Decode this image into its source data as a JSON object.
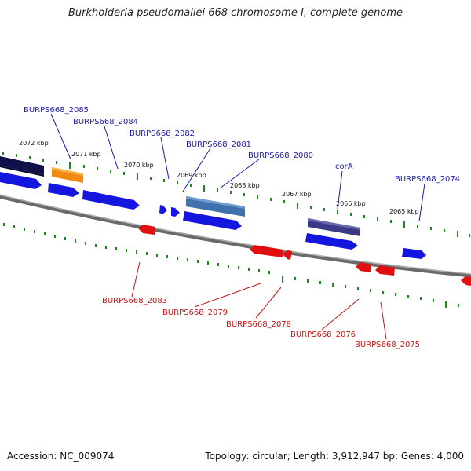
{
  "title": "Burkholderia pseudomallei 668 chromosome I, complete genome",
  "footer": {
    "accession": "Accession: NC_009074",
    "summary": "Topology: circular; Length: 3,912,947 bp; Genes: 4,000"
  },
  "ticks": [
    "2072 kbp",
    "2071 kbp",
    "2070 kbp",
    "2069 kbp",
    "2068 kbp",
    "2067 kbp",
    "2066 kbp",
    "2065 kbp"
  ],
  "forward_labels": [
    "BURPS668_2085",
    "BURPS668_2084",
    "BURPS668_2082",
    "BURPS668_2081",
    "BURPS668_2080",
    "corA",
    "BURPS668_2074"
  ],
  "reverse_labels": [
    "BURPS668_2083",
    "BURPS668_2079",
    "BURPS668_2078",
    "BURPS668_2076",
    "BURPS668_2075"
  ],
  "colors": {
    "forward_gene": "#1515e0",
    "reverse_gene": "#e01010",
    "backbone": "#808080",
    "tick": "#1a8a1a",
    "forward_label": "#1a1aa8",
    "reverse_label": "#cc1111"
  }
}
